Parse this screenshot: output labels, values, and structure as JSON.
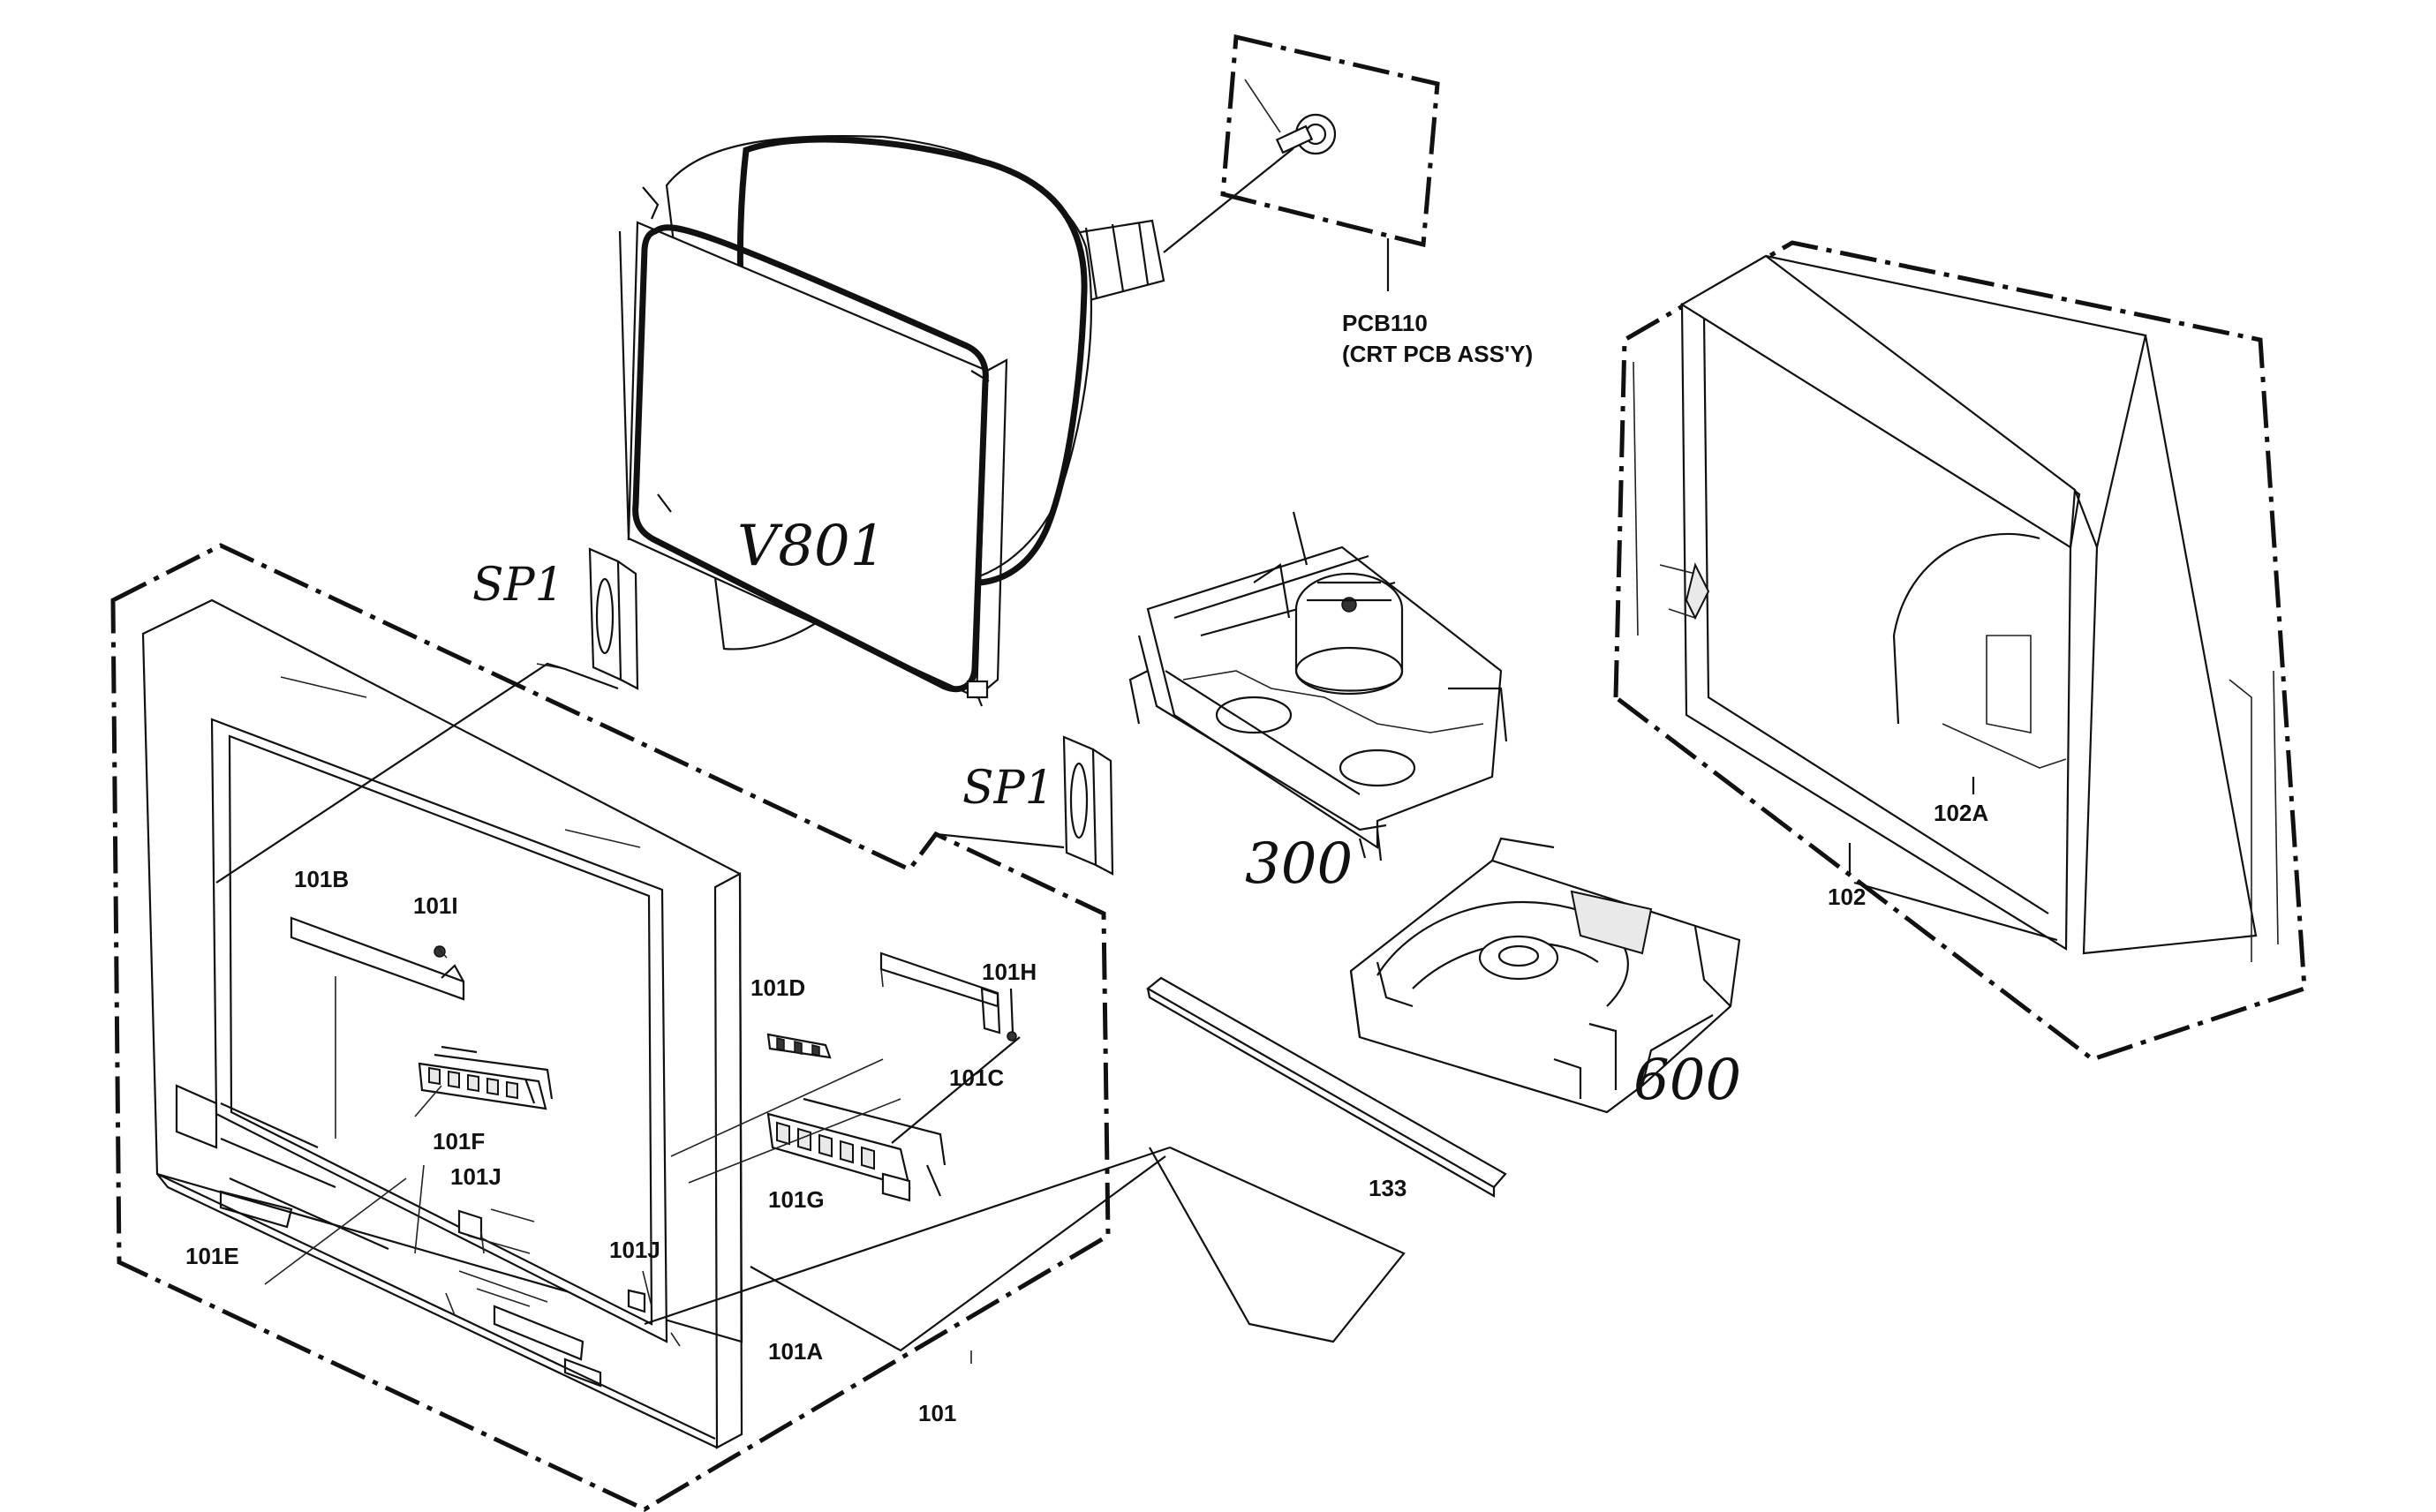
{
  "labels": {
    "pcb110": "PCB110",
    "pcb110_desc": "(CRT PCB ASS'Y)",
    "v801": "V801",
    "sp1_left": "SP1",
    "sp1_right": "SP1",
    "p300": "300",
    "p600": "600",
    "p102": "102",
    "p102a": "102A",
    "p101": "101",
    "p101a": "101A",
    "p101b": "101B",
    "p101c": "101C",
    "p101d": "101D",
    "p101e": "101E",
    "p101f": "101F",
    "p101g": "101G",
    "p101h": "101H",
    "p101i": "101I",
    "p101j_upper": "101J",
    "p101j_lower": "101J",
    "p133": "133"
  }
}
